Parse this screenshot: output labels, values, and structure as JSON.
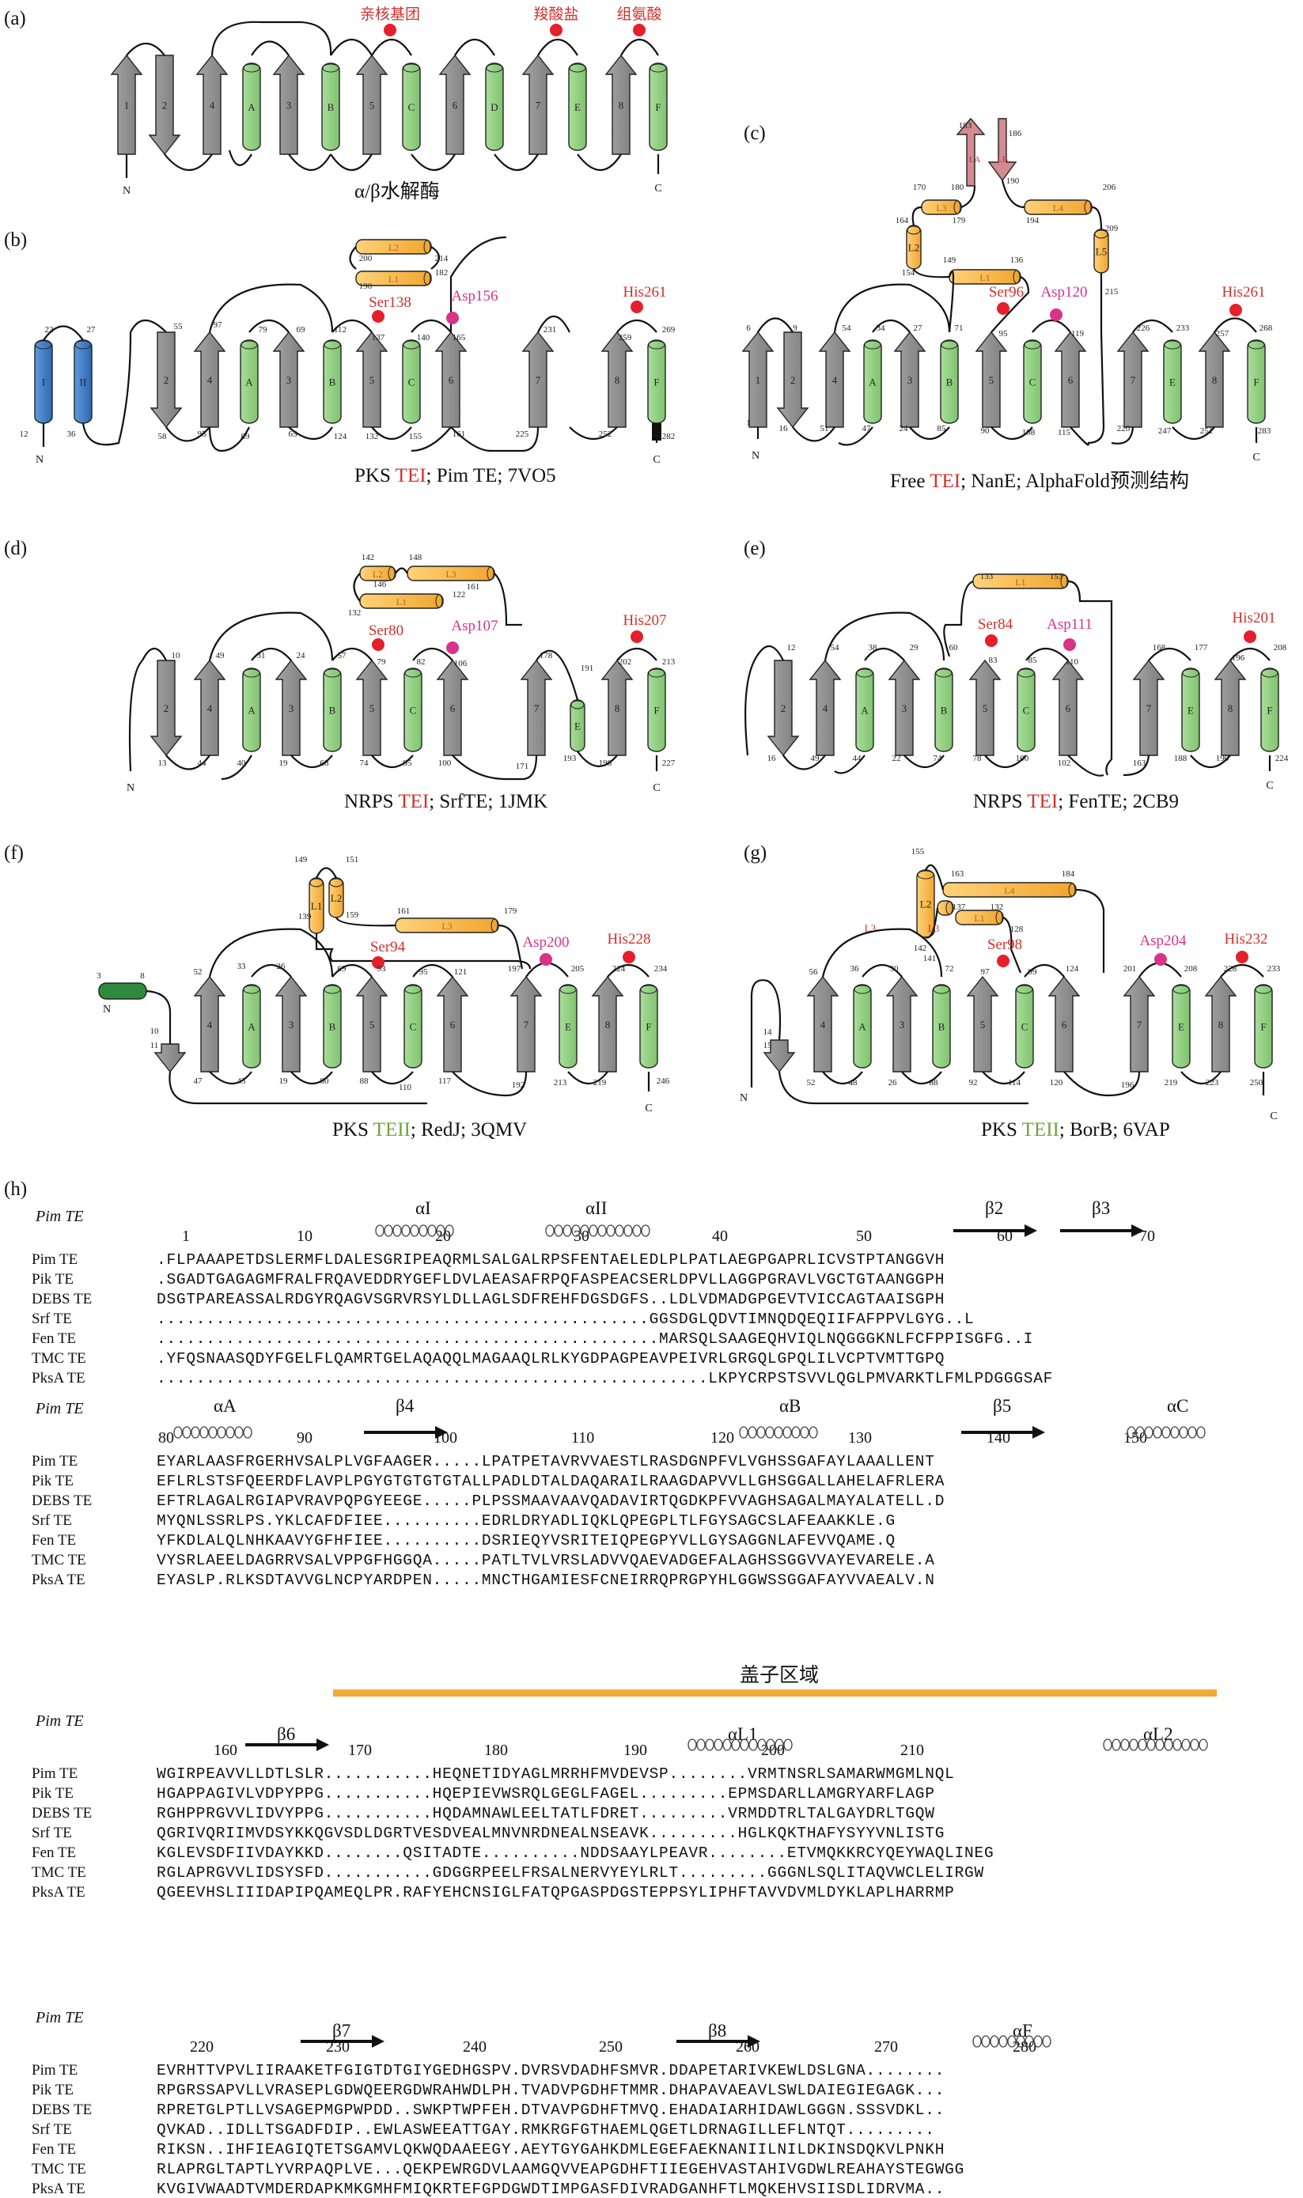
{
  "panels": {
    "a": {
      "label": "(a)",
      "caption": "α/β水解酶",
      "annotations": [
        "亲核基团",
        "羧酸盐",
        "组氨酸"
      ],
      "strands": [
        "1",
        "2",
        "4",
        "A",
        "3",
        "B",
        "5",
        "C",
        "6",
        "D",
        "7",
        "E",
        "8",
        "F"
      ],
      "termini": [
        "N",
        "C"
      ]
    },
    "b": {
      "label": "(b)",
      "caption_pre": "PKS ",
      "caption_hl": "TEI",
      "caption_post": "; Pim TE; 7VO5",
      "residues": [
        "Ser138",
        "Asp156",
        "His261"
      ],
      "numbers": [
        "22",
        "27",
        "12",
        "36",
        "55",
        "58",
        "97",
        "79",
        "69",
        "112",
        "95",
        "89",
        "65",
        "124",
        "137",
        "140",
        "132",
        "155",
        "165",
        "161",
        "231",
        "225",
        "259",
        "269",
        "252",
        "282",
        "200",
        "214",
        "190",
        "182"
      ]
    },
    "c": {
      "label": "(c)",
      "caption_pre": "Free ",
      "caption_hl": "TEI",
      "caption_post": "; NanE; AlphaFold预测结构",
      "residues": [
        "Ser96",
        "Asp120",
        "His261"
      ],
      "helix_labels": [
        "LA",
        "LB",
        "L3",
        "L2",
        "L1",
        "L4",
        "L5"
      ],
      "numbers": [
        "183",
        "186",
        "170",
        "180",
        "190",
        "164",
        "179",
        "194",
        "206",
        "209",
        "149",
        "136",
        "154",
        "215",
        "6",
        "9",
        "54",
        "34",
        "27",
        "71",
        "95",
        "119",
        "226",
        "233",
        "257",
        "268",
        "1",
        "16",
        "51",
        "47",
        "24",
        "85",
        "90",
        "108",
        "115",
        "220",
        "247",
        "251",
        "283"
      ]
    },
    "d": {
      "label": "(d)",
      "caption_pre": "NRPS ",
      "caption_hl": "TEI",
      "caption_post": "; SrfTE; 1JMK",
      "residues": [
        "Ser80",
        "Asp107",
        "His207"
      ],
      "numbers": [
        "142",
        "148",
        "146",
        "161",
        "122",
        "132",
        "10",
        "49",
        "31",
        "24",
        "57",
        "79",
        "82",
        "106",
        "178",
        "191",
        "202",
        "213",
        "13",
        "44",
        "40",
        "19",
        "68",
        "74",
        "95",
        "100",
        "171",
        "193",
        "198",
        "227"
      ]
    },
    "e": {
      "label": "(e)",
      "caption_pre": "NRPS ",
      "caption_hl": "TEI",
      "caption_post": "; FenTE; 2CB9",
      "residues": [
        "Ser84",
        "Asp111",
        "His201"
      ],
      "numbers": [
        "133",
        "153",
        "12",
        "54",
        "38",
        "29",
        "60",
        "83",
        "85",
        "110",
        "168",
        "177",
        "196",
        "208",
        "16",
        "49",
        "44",
        "22",
        "74",
        "78",
        "100",
        "102",
        "163",
        "188",
        "190",
        "224"
      ]
    },
    "f": {
      "label": "(f)",
      "caption_pre": "PKS ",
      "caption_hl": "TEII",
      "caption_post": "; RedJ; 3QMV",
      "residues": [
        "Ser94",
        "Asp200",
        "His228"
      ],
      "numbers": [
        "149",
        "151",
        "139",
        "159",
        "161",
        "179",
        "3",
        "8",
        "10",
        "11",
        "52",
        "33",
        "26",
        "69",
        "93",
        "95",
        "121",
        "197",
        "205",
        "224",
        "234",
        "47",
        "43",
        "19",
        "80",
        "88",
        "110",
        "117",
        "192",
        "213",
        "219",
        "246"
      ]
    },
    "g": {
      "label": "(g)",
      "caption_pre": "PKS ",
      "caption_hl": "TEII",
      "caption_post": "; BorB; 6VAP",
      "residues": [
        "Ser98",
        "Asp204",
        "His232"
      ],
      "numbers": [
        "155",
        "163",
        "184",
        "142",
        "137",
        "132",
        "141",
        "128",
        "14",
        "15",
        "56",
        "36",
        "30",
        "72",
        "97",
        "99",
        "124",
        "201",
        "208",
        "228",
        "233",
        "52",
        "48",
        "26",
        "88",
        "92",
        "114",
        "120",
        "196",
        "219",
        "223",
        "250"
      ]
    }
  },
  "alignment": {
    "label": "(h)",
    "reference": "Pim TE",
    "lid_label": "盖子区域",
    "blocks": [
      {
        "sse": [
          "αI",
          "αII",
          "β2",
          "β3"
        ],
        "numbers": [
          "1",
          "10",
          "20",
          "30",
          "40",
          "50",
          "60",
          "70"
        ],
        "rows": [
          {
            "name": "Pim TE",
            "seq": ".FLPAAAPETDSLERMFLDALESGRIPEAQRMLSALGALRPSFENTAELEDLPLPATLAEGPGAPRLICVSTPTANGGVH"
          },
          {
            "name": "Pik TE",
            "seq": ".SGADTGAGAGMFRALFRQAVEDDRYGEFLDVLAEASAFRPQFASPEACSERLDPVLLAGGPGRAVLVGCTGTAANGGPH"
          },
          {
            "name": "DEBS TE",
            "seq": "DSGTPAREASSALRDGYRQAGVSGRVRSYLDLLAGLSDFREHFDGSDGFS..LDLVDMADGPGEVTVICCAGTAAISGPH"
          },
          {
            "name": "Srf TE",
            "seq": "..................................................GGSDGLQDVTIMNQDQEQIIFAFPPVLGYG..L"
          },
          {
            "name": "Fen TE",
            "seq": "...................................................MARSQLSAAGEQHVIQLNQGGGKNLFCFPPISGFG..I"
          },
          {
            "name": "TMC TE",
            "seq": ".YFQSNAASQDYFGELFLQAMRTGELAQAQQLMAGAAQLRLKYGDPAGPEAVPEIVRLGRGQLGPQLILVCPTVMTTGPQ"
          },
          {
            "name": "PksA TE",
            "seq": "........................................................LKPYCRPSTSVVLQGLPMVARKTLFMLPDGGGSAF"
          }
        ]
      },
      {
        "sse": [
          "αA",
          "β4",
          "αB",
          "β5",
          "αC"
        ],
        "numbers": [
          "80",
          "90",
          "100",
          "110",
          "120",
          "130",
          "140",
          "150"
        ],
        "rows": [
          {
            "name": "Pim TE",
            "seq": "EYARLAASFRGERHVSALPLVGFAAGER.....LPATPETAVRVVAESTLRASDGNPFVLVGHSSGAFAYLAAALLENT"
          },
          {
            "name": "Pik TE",
            "seq": "EFLRLSTSFQEERDFLAVPLPGYGTGTGTGTALLPADLDTALDAQARAILRAAGDAPVVLLGHSGGALLAHELAFRLERA"
          },
          {
            "name": "DEBS TE",
            "seq": "EFTRLAGALRGIAPVRAVPQPGYEEGE.....PLPSSMAAVAAVQADAVIRTQGDKPFVVAGHSAGALMAYALATELL.D"
          },
          {
            "name": "Srf TE",
            "seq": "MYQNLSSRLPS.YKLCAFDFIEE..........EDRLDRYADLIQKLQPEGPLTLFGYSAGCSLAFEAAKKLE.G"
          },
          {
            "name": "Fen TE",
            "seq": "YFKDLALQLNHKAAVYGFHFIEE..........DSRIEQYVSRITEIQPEGPYVLLGYSAGGNLAFEVVQAME.Q"
          },
          {
            "name": "TMC TE",
            "seq": "VYSRLAEELDAGRRVSALVPPGFHGGQA.....PATLTVLVRSLADVVQAEVADGEFALAGHSSGGVVAYEVARELE.A"
          },
          {
            "name": "PksA TE",
            "seq": "EYASLP.RLKSDTAVVGLNCPYARDPEN.....MNCTHGAMIESFCNEIRRQPRGPYHLGGWSSGGAFAYVVAEALV.N"
          }
        ]
      },
      {
        "sse": [
          "β6",
          "αL1",
          "αL2"
        ],
        "numbers": [
          "160",
          "170",
          "180",
          "190",
          "200",
          "210"
        ],
        "rows": [
          {
            "name": "Pim TE",
            "seq": "WGIRPEAVVLLDTLSLR...........HEQNETIDYAGLMRRHFMVDEVSP........VRMTNSRLSAMARWMGMLNQL"
          },
          {
            "name": "Pik TE",
            "seq": "HGAPPAGIVLVDPYPPG...........HQEPIEVWSRQLGEGLFAGEL.........EPMSDARLLAMGRYARFLAGP"
          },
          {
            "name": "DEBS TE",
            "seq": "RGHPPRGVVLIDVYPPG...........HQDAMNAWLEELTATLFDRET.........VRMDDTRLTALGAYDRLTGQW"
          },
          {
            "name": "Srf TE",
            "seq": "QGRIVQRIIMVDSYKKQGVSDLDGRTVESDVEALMNVNRDNEALNSEAVK.........HGLKQKTHAFYSYYVNLISTG"
          },
          {
            "name": "Fen TE",
            "seq": "KGLEVSDFIIVDAYKKD........QSITADTE..........NDDSAAYLPEAVR........ETVMQKKRCYQEYWAQLINEG"
          },
          {
            "name": "TMC TE",
            "seq": "RGLAPRGVVLIDSYSFD...........GDGGRPEELFRSALNERVYEYLRLT.........GGGNLSQLITAQVWCLELIRGW"
          },
          {
            "name": "PksA TE",
            "seq": "QGEEVHSLIIIDAPIPQAMEQLPR.RAFYEHCNSIGLFATQPGASPDGSTEPPSYLIPHFTAVVDVMLDYKLAPLHARRMP"
          }
        ]
      },
      {
        "sse": [
          "β7",
          "β8",
          "αF"
        ],
        "numbers": [
          "220",
          "230",
          "240",
          "250",
          "260",
          "270",
          "280"
        ],
        "rows": [
          {
            "name": "Pim TE",
            "seq": "EVRHTTVPVLIIRAAKETFGIGTDTGIYGEDHGSPV.DVRSVDADHFSMVR.DDAPETARIVKEWLDSLGNA........"
          },
          {
            "name": "Pik TE",
            "seq": "RPGRSSAPVLLVRASEPLGDWQEERGDWRAHWDLPH.TVADVPGDHFTMMR.DHAPAVAEAVLSWLDAIEGIEGAGK..."
          },
          {
            "name": "DEBS TE",
            "seq": "RPRETGLPTLLVSAGEPMGPWPDD..SWKPTWPFEH.DTVAVPGDHFTMVQ.EHADAIARHIDAWLGGGN.SSSVDKL.."
          },
          {
            "name": "Srf TE",
            "seq": "QVKAD..IDLLTSGADFDIP..EWLASWEEATTGAY.RMKRGFGTHAEMLQGETLDRNAGILLEFLNTQT........."
          },
          {
            "name": "Fen TE",
            "seq": "RIKSN..IHFIEAGIQTETSGAMVLQKWQDAAEEGY.AEYTGYGAHKDMLEGEFAEKNANIILNILDKINSDQKVLPNKH"
          },
          {
            "name": "TMC TE",
            "seq": "RLAPRGLTAPTLYVRPAQPLVE...QEKPEWRGDVLAAMGQVVEAPGDHFTIIEGEHVASTAHIVGDWLREAHAYSTEGWGG"
          },
          {
            "name": "PksA TE",
            "seq": "KVGIVWAADTVMDERDAPKMKGMHFMIQKRTEFGPDGWDTIMPGASFDIVRADGANHFTLMQKEHVSIISDLIDRVMA.."
          }
        ]
      }
    ]
  },
  "colors": {
    "helix_green": "#8fcf7f",
    "strand_gray": "#8c8c8c",
    "lid_orange": "#f5b944",
    "blue": "#3f7cc4",
    "pink": "#d28b90",
    "red_dot": "#e5202b",
    "magenta_dot": "#d83387",
    "red_text": "#d0312d",
    "green_text": "#6ea43a",
    "lid_bar": "#f0ab37"
  }
}
